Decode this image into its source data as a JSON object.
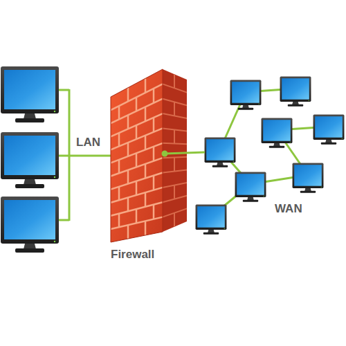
{
  "diagram": {
    "nodes": [
      {
        "text": [
          "Firewall"
        ]
      }
    ],
    "labels": [
      "LAN",
      "WAN"
    ]
  }
}
